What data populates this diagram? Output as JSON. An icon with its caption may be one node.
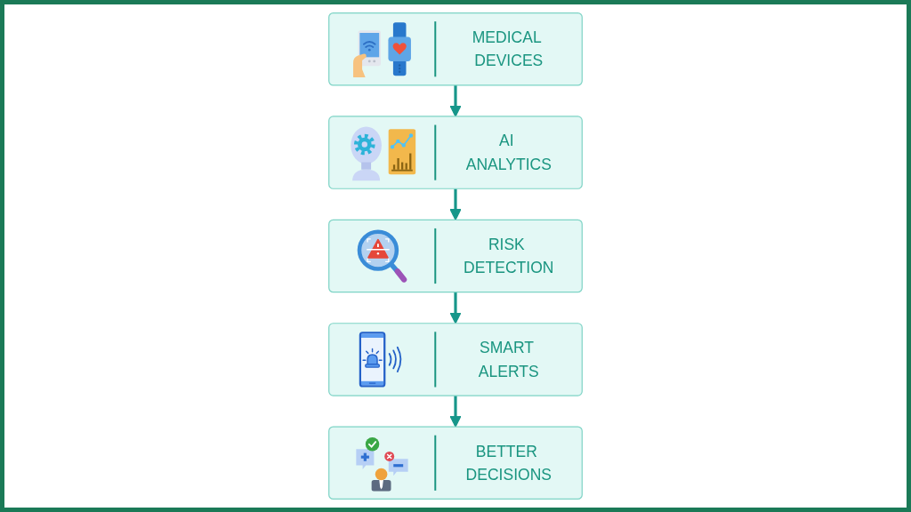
{
  "diagram": {
    "nodes": [
      {
        "text": [
          "MEDICAL DEVICES"
        ]
      },
      {
        "text": [
          "AI ANALYTICS"
        ]
      },
      {
        "text": [
          "RISK DETECTION"
        ]
      },
      {
        "text": [
          "SMART ALERTS"
        ]
      },
      {
        "text": [
          "BETTER DECISIONS"
        ]
      }
    ],
    "edges": [
      {
        "from": 0,
        "to": 1,
        "arrow": "to"
      },
      {
        "from": 1,
        "to": 2,
        "arrow": "to"
      },
      {
        "from": 2,
        "to": 3,
        "arrow": "to"
      },
      {
        "from": 3,
        "to": 4,
        "arrow": "to"
      }
    ]
  }
}
